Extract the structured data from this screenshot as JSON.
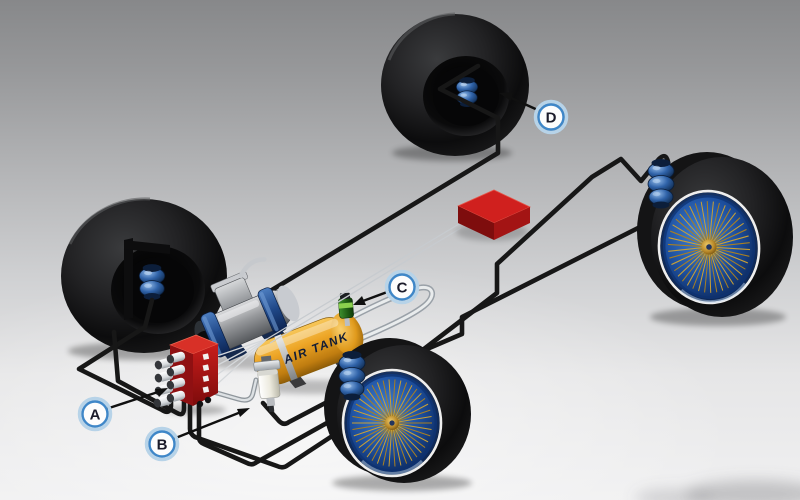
{
  "labels": {
    "a": "A",
    "b": "B",
    "c": "C",
    "d": "D"
  },
  "tank": {
    "label": "AIR TANK"
  },
  "component_names": [
    "wheel-top",
    "wheel-left",
    "wheel-right",
    "wheel-bottom",
    "air-spring-top",
    "air-spring-left",
    "air-spring-right",
    "air-spring-bottom",
    "compressor",
    "air-tank",
    "air-dryer",
    "pressure-sensor",
    "valve-block-manifold",
    "ecu-module",
    "air-line",
    "wiring-harness"
  ],
  "colors": {
    "background_top": "#87888a",
    "background_bottom": "#f0f0f1",
    "tube_black": "#171717",
    "tube_silver": "#e9eced",
    "tank_orange": "#e8a11f",
    "ecu_red": "#c01616",
    "manifold_red": "#b01414",
    "spring_blue": "#2f62a8",
    "rim_blue": "#1d4f9e",
    "spoke_gold": "#c9a035",
    "label_ring_blue": "#3f87c8"
  }
}
